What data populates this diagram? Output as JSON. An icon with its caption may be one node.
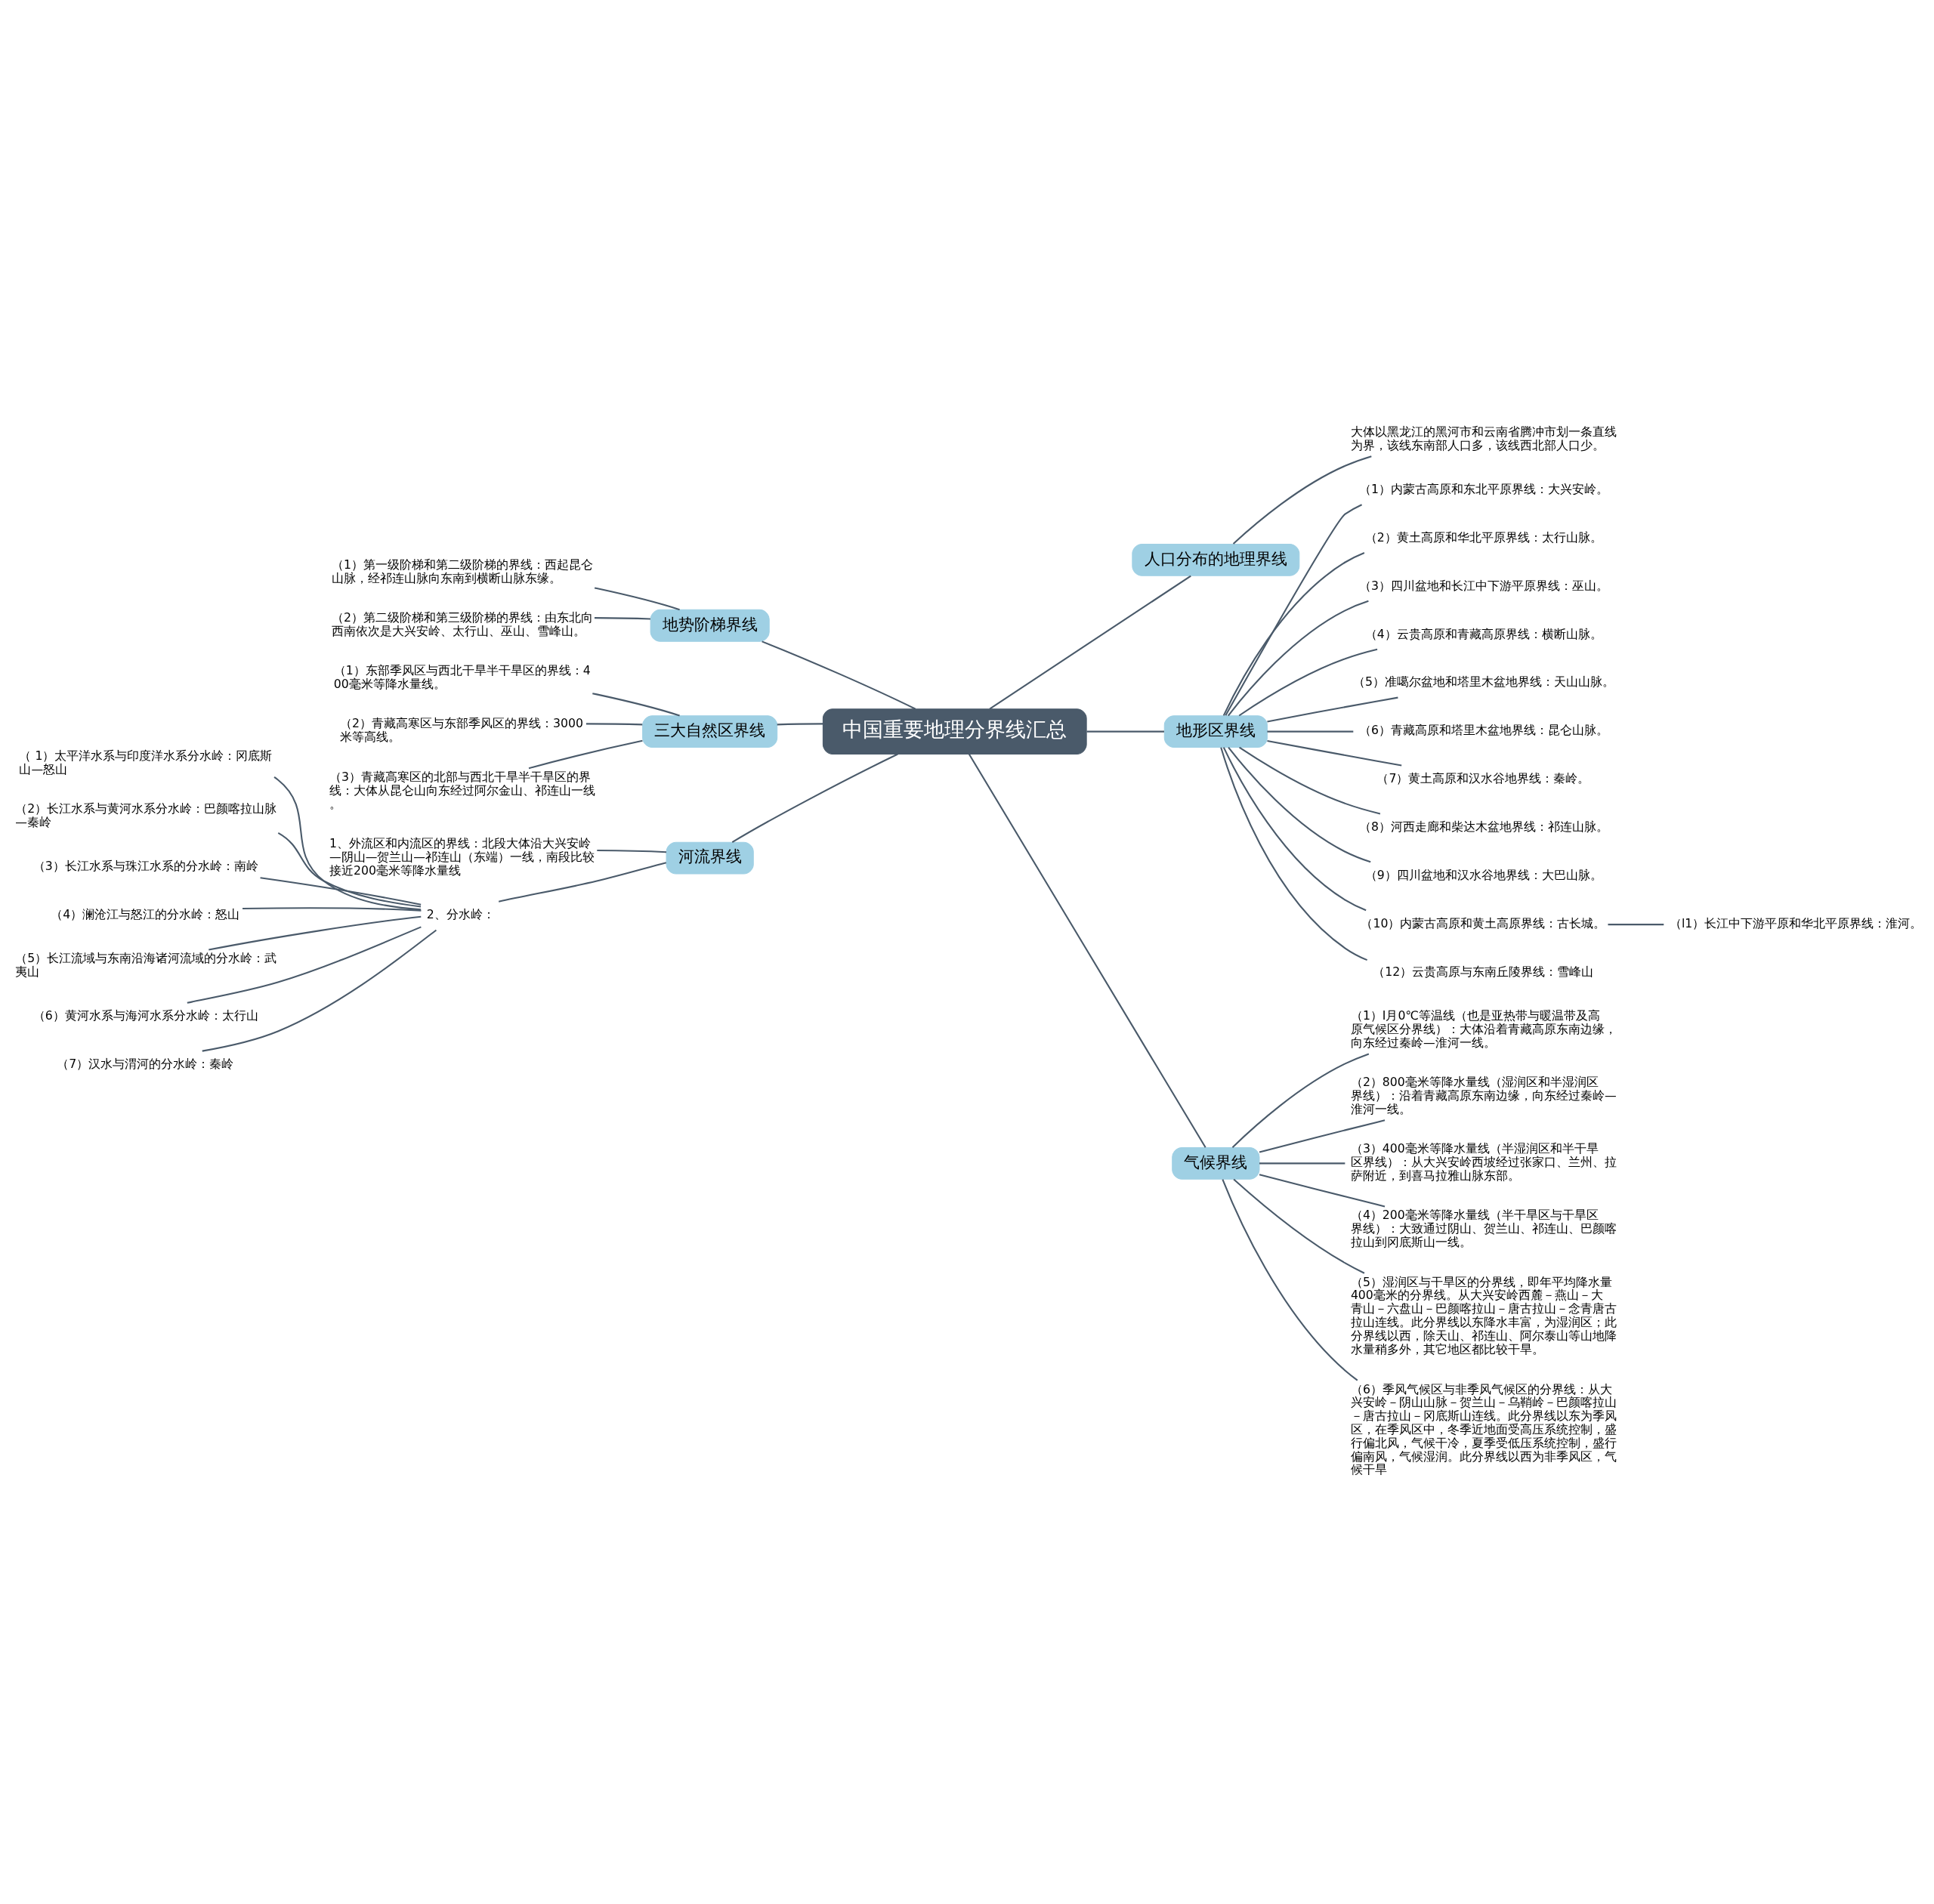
{
  "diagram": {
    "nodes": [
      {
        "text": [
          "中国重要地理分界线汇总"
        ]
      },
      {
        "text": [
          "人口分布的地理界线"
        ]
      },
      {
        "text": [
          "大体以黑龙江的黑河市和云南省腾冲市划一条直线为界，该线东南部人口多，该线西北部人口少。"
        ]
      },
      {
        "text": [
          "地形区界线"
        ]
      },
      {
        "text": [
          "（1）内蒙古高原和东北平原界线：大兴安岭。"
        ]
      },
      {
        "text": [
          "（2）黄土高原和华北平原界线：太行山脉。"
        ]
      },
      {
        "text": [
          "（3）四川盆地和长江中下游平原界线：巫山。"
        ]
      },
      {
        "text": [
          "（4）云贵高原和青藏高原界线：横断山脉。"
        ]
      },
      {
        "text": [
          "（5）准噶尔盆地和塔里木盆地界线：天山山脉。"
        ]
      },
      {
        "text": [
          "（6）青藏高原和塔里木盆地界线：昆仑山脉。"
        ]
      },
      {
        "text": [
          "（7）黄土高原和汉水谷地界线：秦岭。"
        ]
      },
      {
        "text": [
          "（8）河西走廊和柴达木盆地界线：祁连山脉。"
        ]
      },
      {
        "text": [
          "（9）四川盆地和汉水谷地界线：大巴山脉。"
        ]
      },
      {
        "text": [
          "（10）内蒙古高原和黄土高原界线：古长城。"
        ]
      },
      {
        "text": [
          "（l1）长江中下游平原和华北平原界线：淮河。"
        ]
      },
      {
        "text": [
          "（12）云贵高原与东南丘陵界线：雪峰山"
        ]
      },
      {
        "text": [
          "气候界线"
        ]
      },
      {
        "text": [
          "（1）I月0℃等温线（也是亚热带与暖温带及高原气候区分界线）：大体沿着青藏高原东南边缘，向东经过秦岭—淮河一线。"
        ]
      },
      {
        "text": [
          "（2）800毫米等降水量线（湿润区和半湿润区界线）：沿着青藏高原东南边缘，向东经过秦岭—淮河一线。"
        ]
      },
      {
        "text": [
          "（3）400毫米等降水量线（半湿润区和半干旱区界线）：从大兴安岭西坡经过张家口、兰州、拉萨附近，到喜马拉雅山脉东部。"
        ]
      },
      {
        "text": [
          "（4）200毫米等降水量线（半干旱区与干旱区界线）：大致通过阴山、贺兰山、祁连山、巴颜喀拉山到冈底斯山一线。"
        ]
      },
      {
        "text": [
          "（5）湿润区与干旱区的分界线，即年平均降水量400毫米的分界线。从大兴安岭西麓－燕山－大青山－六盘山－巴颜喀拉山－唐古拉山－念青唐古拉山连线。此分界线以东降水丰富，为湿润区；此分界线以西，除天山、祁连山、阿尔泰山等山地降水量稍多外，其它地区都比较干旱。"
        ]
      },
      {
        "text": [
          "（6）季风气候区与非季风气候区的分界线：从大兴安岭－阴山山脉－贺兰山－乌鞘岭－巴颜喀拉山－唐古拉山－冈底斯山连线。此分界线以东为季风区，在季风区中，冬季近地面受高压系统控制，盛行偏北风，气候干冷，夏季受低压系统控制，盛行偏南风，气候湿润。此分界线以西为非季风区，气候干旱"
        ]
      },
      {
        "text": [
          "地势阶梯界线"
        ]
      },
      {
        "text": [
          "（1）第一级阶梯和第二级阶梯的界线：西起昆仑山脉，经祁连山脉向东南到横断山脉东缘。"
        ]
      },
      {
        "text": [
          "（2）第二级阶梯和第三级阶梯的界线：由东北向西南依次是大兴安岭、太行山、巫山、雪峰山。"
        ]
      },
      {
        "text": [
          "三大自然区界线"
        ]
      },
      {
        "text": [
          "（1）东部季风区与西北干旱半干旱区的界线：400毫米等降水量线。"
        ]
      },
      {
        "text": [
          "（2）青藏高寒区与东部季风区的界线：3000米等高线。"
        ]
      },
      {
        "text": [
          "（3）青藏高寒区的北部与西北干旱半干旱区的界线：大体从昆仑山向东经过阿尔金山、祁连山一线。"
        ]
      },
      {
        "text": [
          "河流界线"
        ]
      },
      {
        "text": [
          "1、外流区和内流区的界线：北段大体沿大兴安岭—阴山—贺兰山—祁连山（东端）一线，南段比较接近200毫米等降水量线"
        ]
      },
      {
        "text": [
          "2、分水岭："
        ]
      },
      {
        "text": [
          "（ 1）太平洋水系与印度洋水系分水岭：冈底斯山—怒山"
        ]
      },
      {
        "text": [
          "（2）长江水系与黄河水系分水岭：巴颜喀拉山脉—秦岭"
        ]
      },
      {
        "text": [
          "（3）长江水系与珠江水系的分水岭：南岭"
        ]
      },
      {
        "text": [
          "（4）澜沧江与怒江的分水岭：怒山"
        ]
      },
      {
        "text": [
          "（5）长江流域与东南沿海诸河流域的分水岭：武夷山"
        ]
      },
      {
        "text": [
          "（6）黄河水系与海河水系分水岭：太行山"
        ]
      },
      {
        "text": [
          "（7）汉水与渭河的分水岭：秦岭"
        ]
      }
    ],
    "edges": [
      {
        "from": 0,
        "to": 1,
        "arrow": "none"
      },
      {
        "from": 1,
        "to": 2,
        "arrow": "none"
      },
      {
        "from": 0,
        "to": 3,
        "arrow": "none"
      },
      {
        "from": 3,
        "to": 4,
        "arrow": "none"
      },
      {
        "from": 3,
        "to": 5,
        "arrow": "none"
      },
      {
        "from": 3,
        "to": 6,
        "arrow": "none"
      },
      {
        "from": 3,
        "to": 7,
        "arrow": "none"
      },
      {
        "from": 3,
        "to": 8,
        "arrow": "none"
      },
      {
        "from": 3,
        "to": 9,
        "arrow": "none"
      },
      {
        "from": 3,
        "to": 10,
        "arrow": "none"
      },
      {
        "from": 3,
        "to": 11,
        "arrow": "none"
      },
      {
        "from": 3,
        "to": 12,
        "arrow": "none"
      },
      {
        "from": 3,
        "to": 13,
        "arrow": "none"
      },
      {
        "from": 13,
        "to": 14,
        "arrow": "none"
      },
      {
        "from": 3,
        "to": 15,
        "arrow": "none"
      },
      {
        "from": 0,
        "to": 16,
        "arrow": "none"
      },
      {
        "from": 16,
        "to": 17,
        "arrow": "none"
      },
      {
        "from": 16,
        "to": 18,
        "arrow": "none"
      },
      {
        "from": 16,
        "to": 19,
        "arrow": "none"
      },
      {
        "from": 16,
        "to": 20,
        "arrow": "none"
      },
      {
        "from": 16,
        "to": 21,
        "arrow": "none"
      },
      {
        "from": 16,
        "to": 22,
        "arrow": "none"
      },
      {
        "from": 0,
        "to": 23,
        "arrow": "none"
      },
      {
        "from": 23,
        "to": 24,
        "arrow": "none"
      },
      {
        "from": 23,
        "to": 25,
        "arrow": "none"
      },
      {
        "from": 0,
        "to": 26,
        "arrow": "none"
      },
      {
        "from": 26,
        "to": 27,
        "arrow": "none"
      },
      {
        "from": 26,
        "to": 28,
        "arrow": "none"
      },
      {
        "from": 26,
        "to": 29,
        "arrow": "none"
      },
      {
        "from": 0,
        "to": 30,
        "arrow": "none"
      },
      {
        "from": 30,
        "to": 31,
        "arrow": "none"
      },
      {
        "from": 30,
        "to": 32,
        "arrow": "none"
      },
      {
        "from": 32,
        "to": 33,
        "arrow": "none"
      },
      {
        "from": 32,
        "to": 34,
        "arrow": "none"
      },
      {
        "from": 32,
        "to": 35,
        "arrow": "none"
      },
      {
        "from": 32,
        "to": 36,
        "arrow": "none"
      },
      {
        "from": 32,
        "to": 37,
        "arrow": "none"
      },
      {
        "from": 32,
        "to": 38,
        "arrow": "none"
      },
      {
        "from": 32,
        "to": 39,
        "arrow": "none"
      }
    ]
  }
}
